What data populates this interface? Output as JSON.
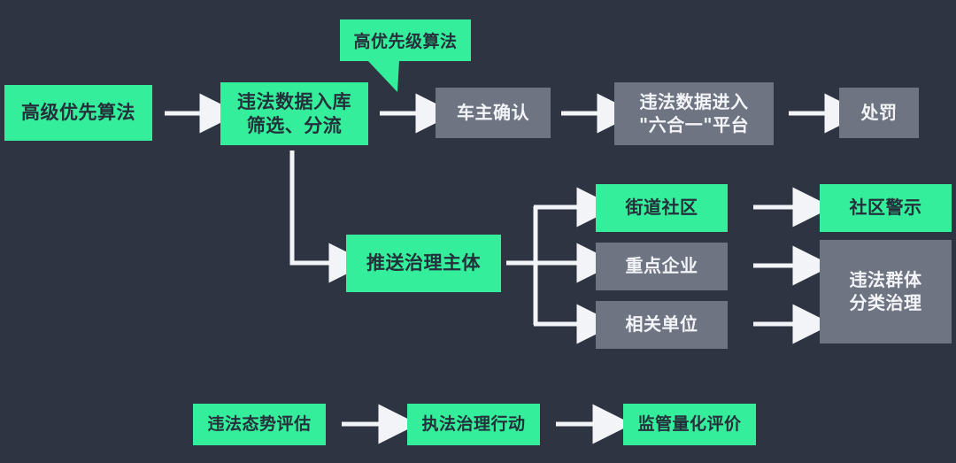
{
  "diagram": {
    "background_color": "#2e3442",
    "accent_green": "#35ee9c",
    "neutral_gray": "#6e7482",
    "arrow_color": "#f2f4f7",
    "nodes": {
      "advanced_priority_algorithm": {
        "label": "高级优先算法",
        "style": "green"
      },
      "violation_data_intake": {
        "label": "违法数据入库\n筛选、分流",
        "style": "green"
      },
      "high_priority_callout": {
        "label": "高优先级算法",
        "style": "green"
      },
      "owner_confirm": {
        "label": "车主确认",
        "style": "gray"
      },
      "six_in_one_platform": {
        "label": "违法数据进入\n\"六合一\"平台",
        "style": "gray"
      },
      "penalty": {
        "label": "处罚",
        "style": "gray"
      },
      "push_governance_entity": {
        "label": "推送治理主体",
        "style": "green"
      },
      "street_community": {
        "label": "街道社区",
        "style": "green"
      },
      "key_enterprise": {
        "label": "重点企业",
        "style": "gray"
      },
      "related_unit": {
        "label": "相关单位",
        "style": "gray"
      },
      "community_warning": {
        "label": "社区警示",
        "style": "green"
      },
      "violation_group_governance": {
        "label": "违法群体\n分类治理",
        "style": "gray"
      },
      "violation_situation_assessment": {
        "label": "违法态势评估",
        "style": "green"
      },
      "enforcement_action": {
        "label": "执法治理行动",
        "style": "green"
      },
      "regulatory_quant_evaluation": {
        "label": "监管量化评价",
        "style": "green"
      }
    }
  }
}
